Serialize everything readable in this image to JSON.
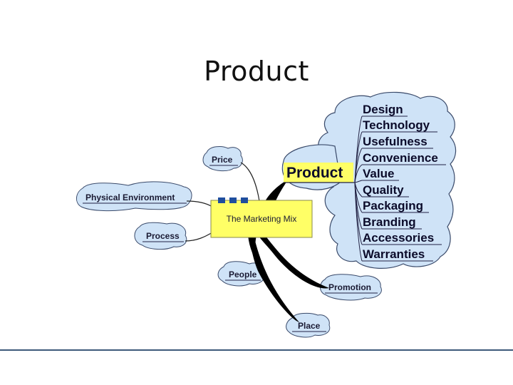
{
  "slide": {
    "title": "Product"
  },
  "diagram": {
    "center": {
      "label": "The Marketing Mix",
      "fill_color": "#ffff66"
    },
    "highlight": {
      "label": "Product",
      "fill_color": "#ffff66",
      "cloud_color": "#cfe3f7"
    },
    "attributes": [
      "Design",
      "Technology",
      "Usefulness",
      "Convenience",
      "Value",
      "Quality",
      "Packaging",
      "Branding",
      "Accessories",
      "Warranties"
    ],
    "branches": {
      "price": "Price",
      "physical_environment": "Physical Environment",
      "process": "Process",
      "people": "People",
      "promotion": "Promotion",
      "place": "Place"
    },
    "branch_cloud_color": "#cfe3f7",
    "accent_color": "#1f4e9e"
  }
}
